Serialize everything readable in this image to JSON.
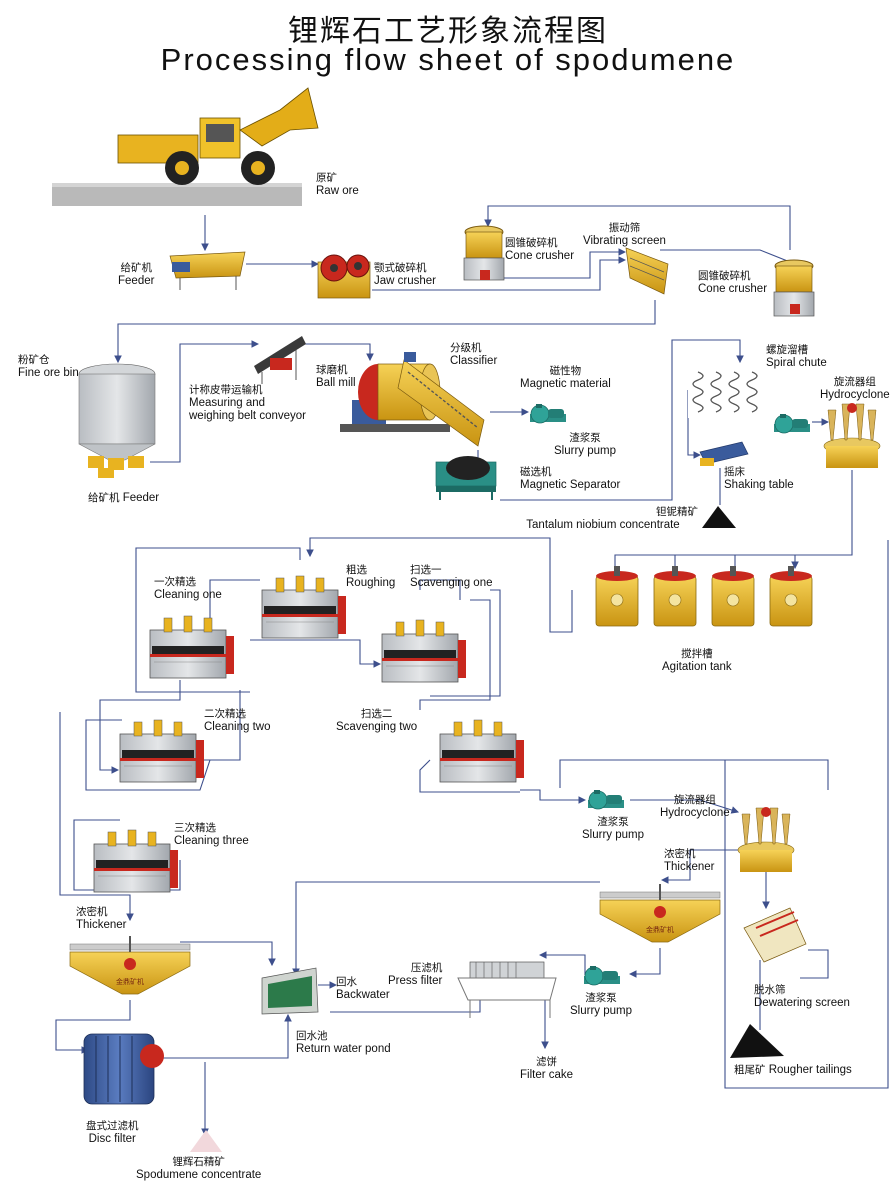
{
  "title_zh": "锂辉石工艺形象流程图",
  "title_en": "Processing flow sheet of spodumene",
  "labels": {
    "raw_ore": {
      "zh": "原矿",
      "en": "Raw ore"
    },
    "feeder1": {
      "zh": "给矿机",
      "en": "Feeder"
    },
    "jaw_crusher": {
      "zh": "颚式破碎机",
      "en": "Jaw  crusher"
    },
    "cone_crusher1": {
      "zh": "圆锥破碎机",
      "en": "Cone crusher"
    },
    "vibrating_screen": {
      "zh": "振动筛",
      "en": "Vibrating screen"
    },
    "cone_crusher2": {
      "zh": "圆锥破碎机",
      "en": "Cone crusher"
    },
    "fine_ore_bin": {
      "zh": "粉矿仓",
      "en": "Fine ore bin"
    },
    "belt_conveyor": {
      "zh": "计称皮带运输机",
      "en": "Measuring and",
      "en2": "weighing belt conveyor"
    },
    "ball_mill": {
      "zh": "球磨机",
      "en": "Ball mill"
    },
    "classifier": {
      "zh": "分级机",
      "en": "Classifier"
    },
    "magnetic_material": {
      "zh": "磁性物",
      "en": "Magnetic material"
    },
    "slurry_pump1": {
      "zh": "渣浆泵",
      "en": "Slurry pump"
    },
    "magnetic_separator": {
      "zh": "磁选机",
      "en": "Magnetic Separator"
    },
    "spiral_chute": {
      "zh": "螺旋溜槽",
      "en": "Spiral chute"
    },
    "hydrocyclone1": {
      "zh": "旋流器组",
      "en": "Hydrocyclone"
    },
    "shaking_table": {
      "zh": "摇床",
      "en": "Shaking table"
    },
    "feeder2": {
      "zh": "给矿机",
      "en": "Feeder"
    },
    "tantalum": {
      "zh": "钽铌精矿",
      "en": "Tantalum niobium concentrate"
    },
    "roughing": {
      "zh": "粗选",
      "en": "Roughing"
    },
    "scavenging_one": {
      "zh": "扫选一",
      "en": "Scavenging one"
    },
    "cleaning_one": {
      "zh": "一次精选",
      "en": "Cleaning one"
    },
    "agitation_tank": {
      "zh": "搅拌槽",
      "en": "Agitation tank"
    },
    "cleaning_two": {
      "zh": "二次精选",
      "en": "Cleaning two"
    },
    "scavenging_two": {
      "zh": "扫选二",
      "en": "Scavenging two"
    },
    "hydrocyclone2": {
      "zh": "旋流器组",
      "en": "Hydrocyclone"
    },
    "slurry_pump2": {
      "zh": "渣浆泵",
      "en": "Slurry pump"
    },
    "cleaning_three": {
      "zh": "三次精选",
      "en": "Cleaning three"
    },
    "thickener2": {
      "zh": "浓密机",
      "en": "Thickener"
    },
    "thickener1": {
      "zh": "浓密机",
      "en": "Thickener"
    },
    "backwater": {
      "zh": "回水",
      "en": "Backwater"
    },
    "press_filter": {
      "zh": "压滤机",
      "en": "Press filter"
    },
    "slurry_pump3": {
      "zh": "渣浆泵",
      "en": "Slurry pump"
    },
    "dewatering_screen": {
      "zh": "脱水筛",
      "en": "Dewatering screen"
    },
    "return_water_pond": {
      "zh": "回水池",
      "en": "Return water pond"
    },
    "filter_cake": {
      "zh": "滤饼",
      "en": "Filter cake"
    },
    "rougher_tailings": {
      "zh": "粗尾矿",
      "en": "Rougher tailings"
    },
    "disc_filter": {
      "zh": "盘式过滤机",
      "en": "Disc filter"
    },
    "spodumene_concentrate": {
      "zh": "锂辉石精矿",
      "en": "Spodumene concentrate"
    },
    "thickener_logo": "金鼎矿机"
  },
  "colors": {
    "line": "#3d4f8c",
    "yellow": "#e8b320",
    "red": "#c8281e",
    "grey": "#9aa0a6",
    "teal": "#2a8f86",
    "blue": "#3a5b9c"
  }
}
